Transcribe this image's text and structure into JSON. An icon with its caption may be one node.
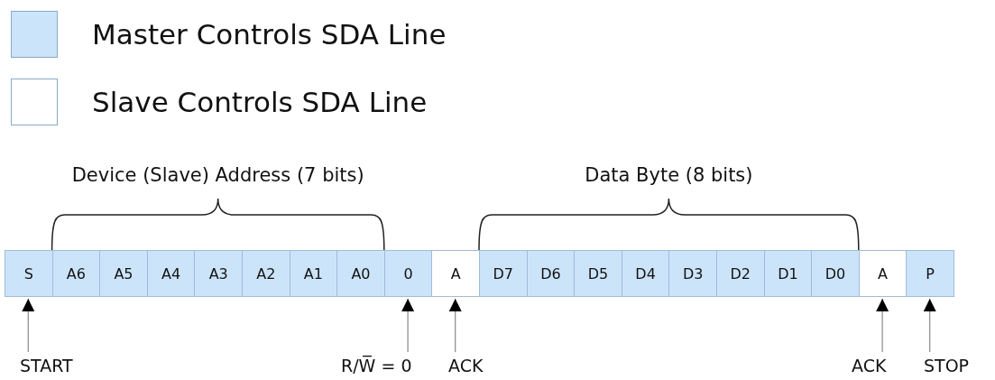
{
  "diagram": {
    "nodes": [
      {
        "text": [
          "S"
        ]
      },
      {
        "text": [
          "A6"
        ]
      },
      {
        "text": [
          "A5"
        ]
      },
      {
        "text": [
          "A4"
        ]
      },
      {
        "text": [
          "A3"
        ]
      },
      {
        "text": [
          "A2"
        ]
      },
      {
        "text": [
          "A1"
        ]
      },
      {
        "text": [
          "A0"
        ]
      },
      {
        "text": [
          "0"
        ]
      },
      {
        "text": [
          "A"
        ]
      },
      {
        "text": [
          "D7"
        ]
      },
      {
        "text": [
          "D6"
        ]
      },
      {
        "text": [
          "D5"
        ]
      },
      {
        "text": [
          "D4"
        ]
      },
      {
        "text": [
          "D3"
        ]
      },
      {
        "text": [
          "D2"
        ]
      },
      {
        "text": [
          "D1"
        ]
      },
      {
        "text": [
          "D0"
        ]
      },
      {
        "text": [
          "A"
        ]
      },
      {
        "text": [
          "P"
        ]
      },
      {
        "text": [
          "START"
        ]
      },
      {
        "text": [
          "R/W̅ = 0"
        ]
      },
      {
        "text": [
          "ACK"
        ]
      },
      {
        "text": [
          "ACK"
        ]
      },
      {
        "text": [
          "STOP"
        ]
      }
    ],
    "edges": [
      {
        "from": 20,
        "to": 0,
        "arrow": "to"
      },
      {
        "from": 21,
        "to": 8,
        "arrow": "to"
      },
      {
        "from": 22,
        "to": 9,
        "arrow": "to"
      },
      {
        "from": 23,
        "to": 18,
        "arrow": "to"
      },
      {
        "from": 24,
        "to": 19,
        "arrow": "to"
      }
    ],
    "labels": [
      "Device (Slave) Address (7 bits)",
      "Data Byte (8 bits)"
    ],
    "legend": [
      {
        "text": "Master Controls SDA Line",
        "color": "#cce4fa"
      },
      {
        "text": "Slave Controls SDA Line",
        "color": "#ffffff"
      }
    ]
  }
}
